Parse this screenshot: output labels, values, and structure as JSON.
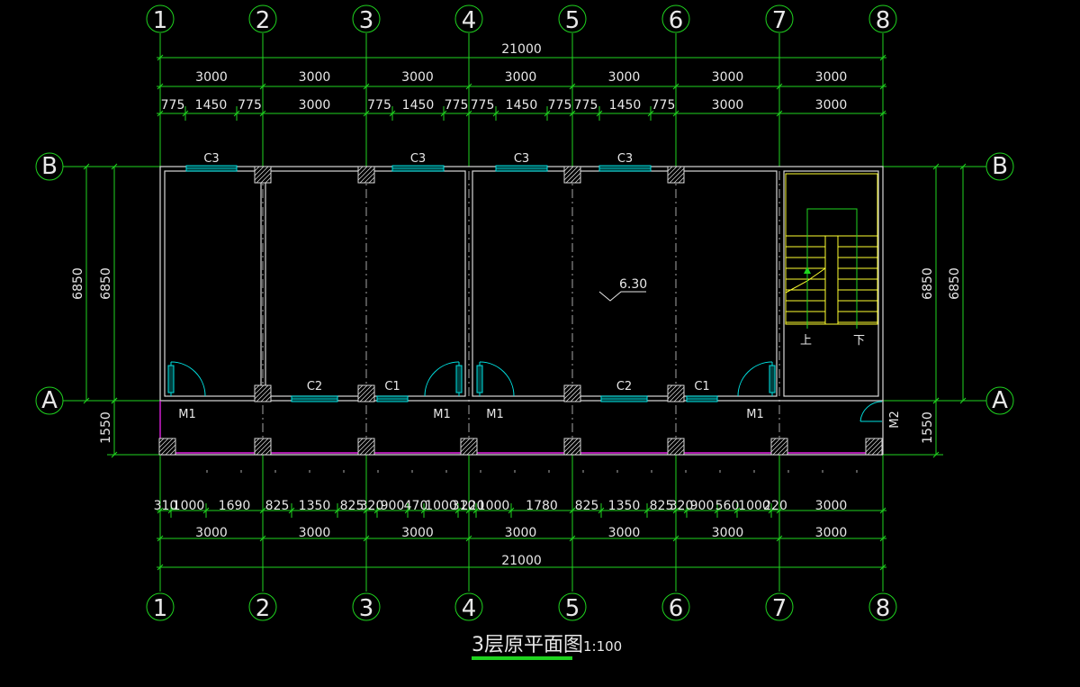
{
  "drawing": {
    "title": "3层原平面图",
    "scale": "1:100",
    "elevation": "6.30",
    "axes_vertical": [
      "1",
      "2",
      "3",
      "4",
      "5",
      "6",
      "7",
      "8"
    ],
    "axes_horizontal": [
      "B",
      "A"
    ],
    "overall_length": "21000",
    "bay_width": "3000",
    "top_detail_dims": [
      "775",
      "1450",
      "775",
      "3000",
      "775",
      "1450",
      "775",
      "775",
      "1450",
      "775",
      "775",
      "1450",
      "775",
      "3000",
      "3000"
    ],
    "bottom_detail_dims": [
      "310",
      "1000",
      "1690",
      "825",
      "1350",
      "825",
      "320",
      "900",
      "470",
      "1000",
      "310",
      "220",
      "1000",
      "1780",
      "825",
      "1350",
      "825",
      "320",
      "900",
      "560",
      "1000",
      "220",
      "3000"
    ],
    "depth_dim": "6850",
    "corridor_dim": "1550",
    "windows_top": [
      "C3",
      "C3",
      "C3",
      "C3"
    ],
    "windows_bottom": [
      "C2",
      "C1",
      "C2",
      "C1"
    ],
    "doors": [
      "M1",
      "M1",
      "M1",
      "M1",
      "M2"
    ],
    "stair_up": "上",
    "stair_down": "下"
  }
}
